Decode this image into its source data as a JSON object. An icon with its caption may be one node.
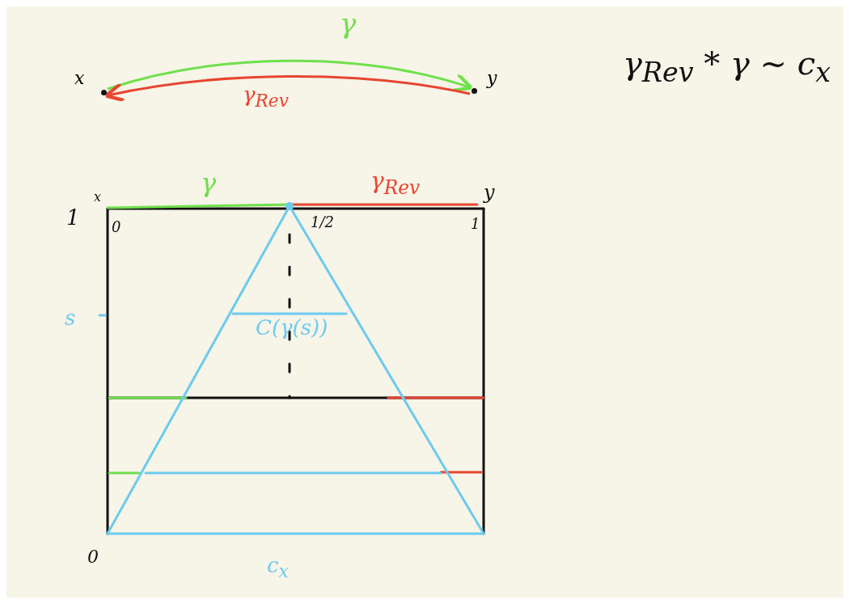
{
  "diagram": {
    "nodes": [
      {
        "text": [
          "x"
        ]
      },
      {
        "text": [
          "y"
        ]
      }
    ],
    "edges": [
      {
        "from": 0,
        "to": 1,
        "arrow": "to",
        "label": "γ",
        "color": "#6fe04b"
      },
      {
        "from": 1,
        "to": 0,
        "arrow": "to",
        "label": "γ$_{Rev}$",
        "color": "#e8452f"
      }
    ],
    "labels": [
      "γ$_{Rev}$ * γ ~ c$_{x}$",
      "1",
      "x",
      "0",
      "γ",
      "γ$_{Rev}$",
      "y",
      "1/2",
      "1",
      "s",
      "C(γ(s))",
      "0",
      "c$_{x}$"
    ]
  }
}
